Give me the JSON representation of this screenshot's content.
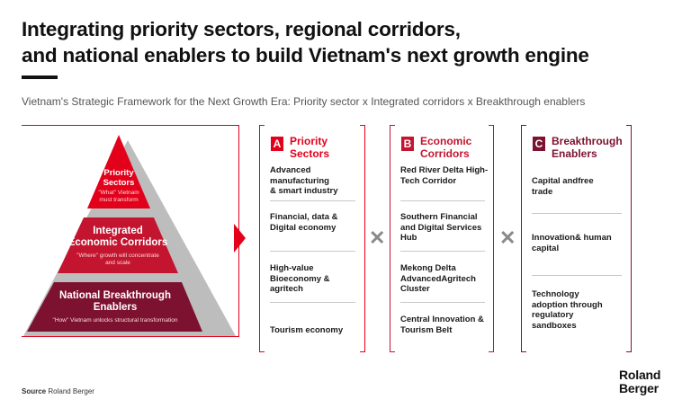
{
  "title_lines": [
    "Integrating priority sectors, regional corridors,",
    "and national enablers to build Vietnam's next growth engine"
  ],
  "subtitle": "Vietnam's Strategic Framework for the Next Growth Era: Priority sector x Integrated corridors x Breakthrough enablers",
  "colors": {
    "red": "#e3001b",
    "crimson": "#c3152f",
    "maroon": "#7d1130",
    "grey": "#bdbdbd"
  },
  "pyramid": {
    "top": {
      "title_lines": [
        "Priority",
        "Sectors"
      ],
      "note_lines": [
        "\"What\" Vietnam",
        "must transform"
      ]
    },
    "middle": {
      "title_lines": [
        "Integrated",
        "Economic Corridors"
      ],
      "note_lines": [
        "\"Where\" growth will concentrate",
        "and scale"
      ]
    },
    "bottom": {
      "title_lines": [
        "National Breakthrough",
        "Enablers"
      ],
      "note_lines": [
        "\"How\" Vietnam unlocks structural transformation"
      ]
    }
  },
  "columns": [
    {
      "letter": "A",
      "heading": [
        "Priority",
        "Sectors"
      ],
      "items": [
        [
          "Advanced",
          "manufacturing",
          "& smart industry"
        ],
        [
          "Financial, data &",
          "Digital economy"
        ],
        [
          "High-value",
          "Bioeconomy &",
          "agritech"
        ],
        [
          "Tourism economy"
        ]
      ]
    },
    {
      "letter": "B",
      "heading": [
        "Economic",
        "Corridors"
      ],
      "items": [
        [
          "Red River Delta High-",
          "Tech Corridor"
        ],
        [
          "Southern Financial",
          "and Digital  Services",
          "Hub"
        ],
        [
          "Mekong Delta",
          "AdvancedAgritech",
          "Cluster"
        ],
        [
          "Central Innovation &",
          "Tourism Belt"
        ]
      ]
    },
    {
      "letter": "C",
      "heading": [
        "Breakthrough",
        "Enablers"
      ],
      "items": [
        [
          "Capital andfree",
          "trade"
        ],
        [
          "Innovation& human",
          "capital"
        ],
        [
          "Technology",
          "adoption through",
          "regulatory",
          "sandboxes"
        ]
      ]
    }
  ],
  "operator": "✕",
  "source": {
    "label": "Source",
    "text": "Roland Berger"
  },
  "logo_lines": [
    "Roland",
    "Berger"
  ]
}
